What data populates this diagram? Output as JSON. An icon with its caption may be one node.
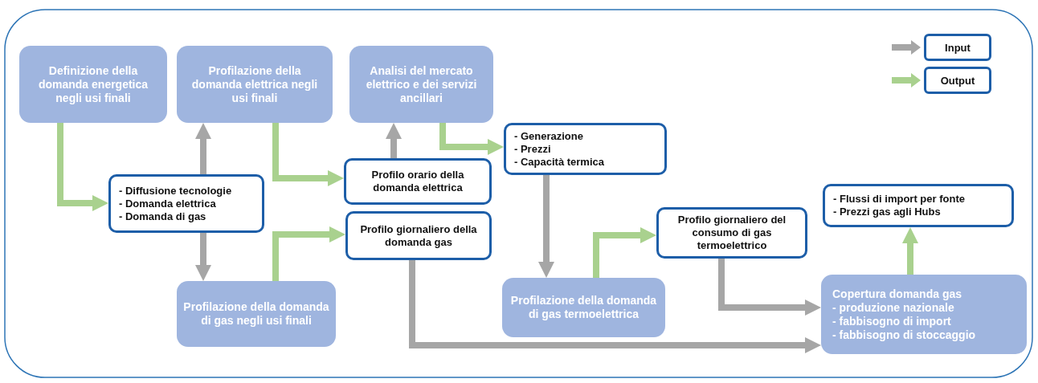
{
  "diagram": {
    "nodes": [
      {
        "text": [
          "Definizione della domanda energetica negli usi finali"
        ]
      },
      {
        "text": [
          "Profilazione della domanda elettrica negli usi finali"
        ]
      },
      {
        "text": [
          "Analisi del mercato elettrico e dei servizi ancillari"
        ]
      },
      {
        "text": [
          "- Diffusione tecnologie",
          "- Domanda elettrica",
          "- Domanda di gas"
        ]
      },
      {
        "text": [
          "Profilo orario della domanda elettrica"
        ]
      },
      {
        "text": [
          "Profilo giornaliero della domanda gas"
        ]
      },
      {
        "text": [
          "- Generazione",
          "- Prezzi",
          "- Capacità termica"
        ]
      },
      {
        "text": [
          "Profilazione della domanda di gas negli usi finali"
        ]
      },
      {
        "text": [
          "Profilazione della domanda di gas termoelettrica"
        ]
      },
      {
        "text": [
          "Profilo giornaliero del consumo di gas termoelettrico"
        ]
      },
      {
        "text": [
          "- Flussi di import per fonte",
          "- Prezzi gas agli Hubs"
        ]
      },
      {
        "text": [
          "Copertura domanda gas",
          "- produzione nazionale",
          "- fabbisogno di import",
          "- fabbisogno di stoccaggio"
        ]
      }
    ],
    "edges": [
      {
        "from": 0,
        "to": 3,
        "arrow": "to",
        "color": "#a9d18e"
      },
      {
        "from": 3,
        "to": 1,
        "arrow": "to",
        "color": "#a6a6a6"
      },
      {
        "from": 3,
        "to": 7,
        "arrow": "to",
        "color": "#a6a6a6"
      },
      {
        "from": 1,
        "to": 4,
        "arrow": "to",
        "color": "#a9d18e"
      },
      {
        "from": 7,
        "to": 5,
        "arrow": "to",
        "color": "#a9d18e"
      },
      {
        "from": 4,
        "to": 2,
        "arrow": "to",
        "color": "#a6a6a6"
      },
      {
        "from": 2,
        "to": 6,
        "arrow": "to",
        "color": "#a9d18e"
      },
      {
        "from": 6,
        "to": 8,
        "arrow": "to",
        "color": "#a6a6a6"
      },
      {
        "from": 8,
        "to": 9,
        "arrow": "to",
        "color": "#a9d18e"
      },
      {
        "from": 9,
        "to": 11,
        "arrow": "to",
        "color": "#a6a6a6"
      },
      {
        "from": 5,
        "to": 11,
        "arrow": "to",
        "color": "#a6a6a6"
      },
      {
        "from": 11,
        "to": 10,
        "arrow": "to",
        "color": "#a9d18e"
      }
    ],
    "legend": [
      {
        "text": "Input"
      },
      {
        "text": "Output"
      }
    ]
  }
}
